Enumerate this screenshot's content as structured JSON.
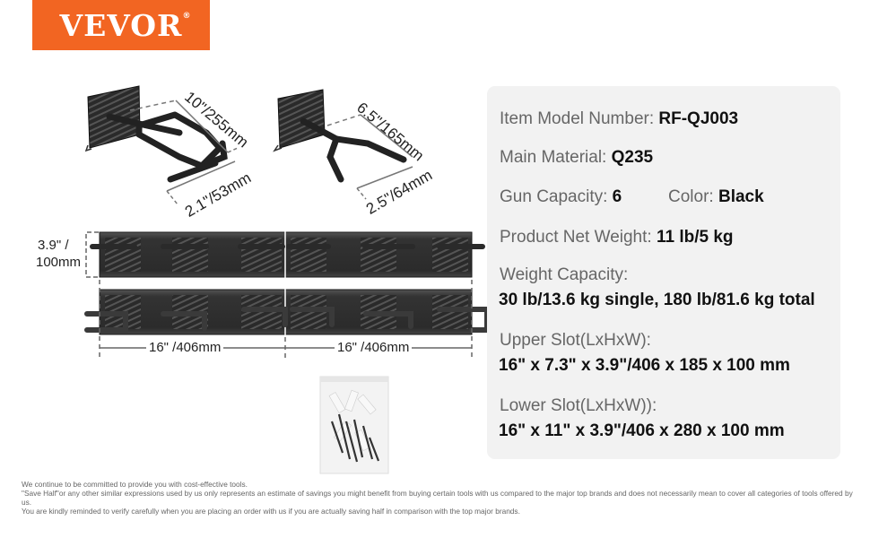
{
  "brand": {
    "logo_text": "VEVOR",
    "logo_registered": "®",
    "logo_color": "#f26522"
  },
  "diagram": {
    "hook_long": {
      "length_label": "10\"/255mm",
      "width_label": "2.1\"/53mm"
    },
    "hook_short": {
      "length_label": "6.5\"/165mm",
      "width_label": "2.5\"/64mm"
    },
    "rack_height_label_line1": "3.9\" /",
    "rack_height_label_line2": "100mm",
    "rack_width_left": "16\" /406mm",
    "rack_width_right": "16\" /406mm",
    "hardware_bag": "mounting-hardware-bag"
  },
  "specs": {
    "model_label": "Item Model Number: ",
    "model_value": "RF-QJ003",
    "material_label": "Main Material: ",
    "material_value": "Q235",
    "gun_capacity_label": "Gun Capacity: ",
    "gun_capacity_value": "6",
    "color_label": "Color: ",
    "color_value": "Black",
    "net_weight_label": "Product Net Weight: ",
    "net_weight_value": "11 lb/5 kg",
    "weight_capacity_label": "Weight Capacity:",
    "weight_capacity_value": "30 lb/13.6 kg single, 180 lb/81.6 kg total",
    "upper_slot_label": "Upper Slot(LxHxW):",
    "upper_slot_value": "16\" x 7.3\" x 3.9\"/406 x 185 x 100 mm",
    "lower_slot_label": "Lower Slot(LxHxW)):",
    "lower_slot_value": "16\" x 11\" x 3.9\"/406 x 280 x 100 mm"
  },
  "disclaimer": {
    "line1": "We continue to be committed to provide you with cost-effective tools.",
    "line2": "\"Save Half\"or any other similar expressions used by us only represents an estimate of savings you might benefit from buying certain tools with us compared to the major top brands and does not necessarily mean to cover all categories of tools offered by us.",
    "line3": "You are kindly reminded to verify carefully when you are placing an order with us if you are actually saving half in comparison with the top major brands."
  }
}
